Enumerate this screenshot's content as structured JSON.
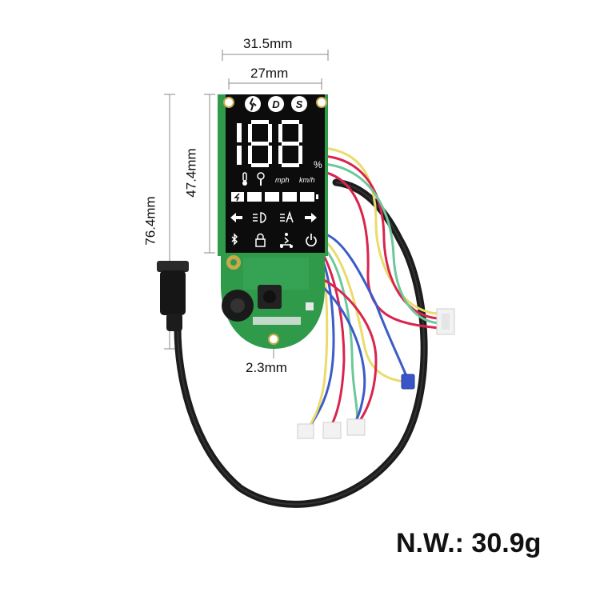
{
  "dimensions": {
    "outer_width": "31.5mm",
    "inner_width": "27mm",
    "total_height": "76.4mm",
    "display_height": "47.4mm",
    "hole_diameter": "2.3mm"
  },
  "net_weight": "N.W.: 30.9g",
  "display": {
    "mode_walk": "walk-mode-icon",
    "mode_d": "D",
    "mode_s": "S",
    "digits": "188",
    "percent": "%",
    "unit_mph": "mph",
    "unit_kmh": "km/h"
  },
  "icons": [
    "walk-mode-icon",
    "thermometer-icon",
    "wrench-icon",
    "battery-icon",
    "left-turn-arrow-icon",
    "headlight-icon",
    "auto-headlight-icon",
    "right-turn-arrow-icon",
    "bluetooth-icon",
    "lock-icon",
    "scooter-rider-icon",
    "power-icon"
  ],
  "colors": {
    "pcb": "#2f9b4a",
    "display": "#0c0c0c",
    "cable": "#1c1c1c",
    "wire_red": "#d8254e",
    "wire_blue": "#3b5cc7",
    "wire_yellow": "#e9dc6a",
    "wire_green": "#6ec79a"
  }
}
